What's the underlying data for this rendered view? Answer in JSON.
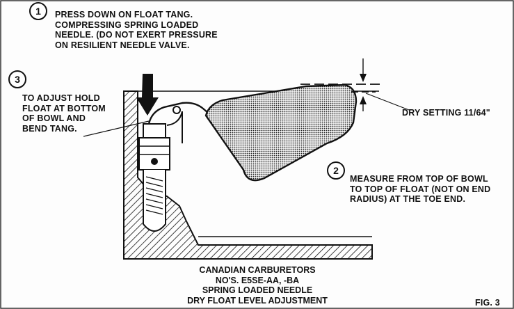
{
  "step1": {
    "number": "1",
    "lines": [
      "PRESS DOWN ON FLOAT TANG.",
      "COMPRESSING SPRING LOADED",
      "NEEDLE. (DO NOT EXERT PRESSURE",
      "ON RESILIENT NEEDLE VALVE."
    ]
  },
  "step2": {
    "number": "2",
    "lines": [
      "MEASURE FROM TOP OF BOWL",
      "TO TOP OF FLOAT (NOT ON END",
      "RADIUS) AT THE TOE END."
    ]
  },
  "step3": {
    "number": "3",
    "lines": [
      "TO ADJUST HOLD",
      "FLOAT AT BOTTOM",
      "OF BOWL AND",
      "BEND TANG."
    ]
  },
  "dimension_label": "DRY SETTING 11/64\"",
  "caption_lines": [
    "CANADIAN CARBURETORS",
    "NO'S. E5SE-AA, -BA",
    "SPRING LOADED NEEDLE",
    "DRY FLOAT LEVEL ADJUSTMENT"
  ],
  "figure_label": "FIG. 3"
}
